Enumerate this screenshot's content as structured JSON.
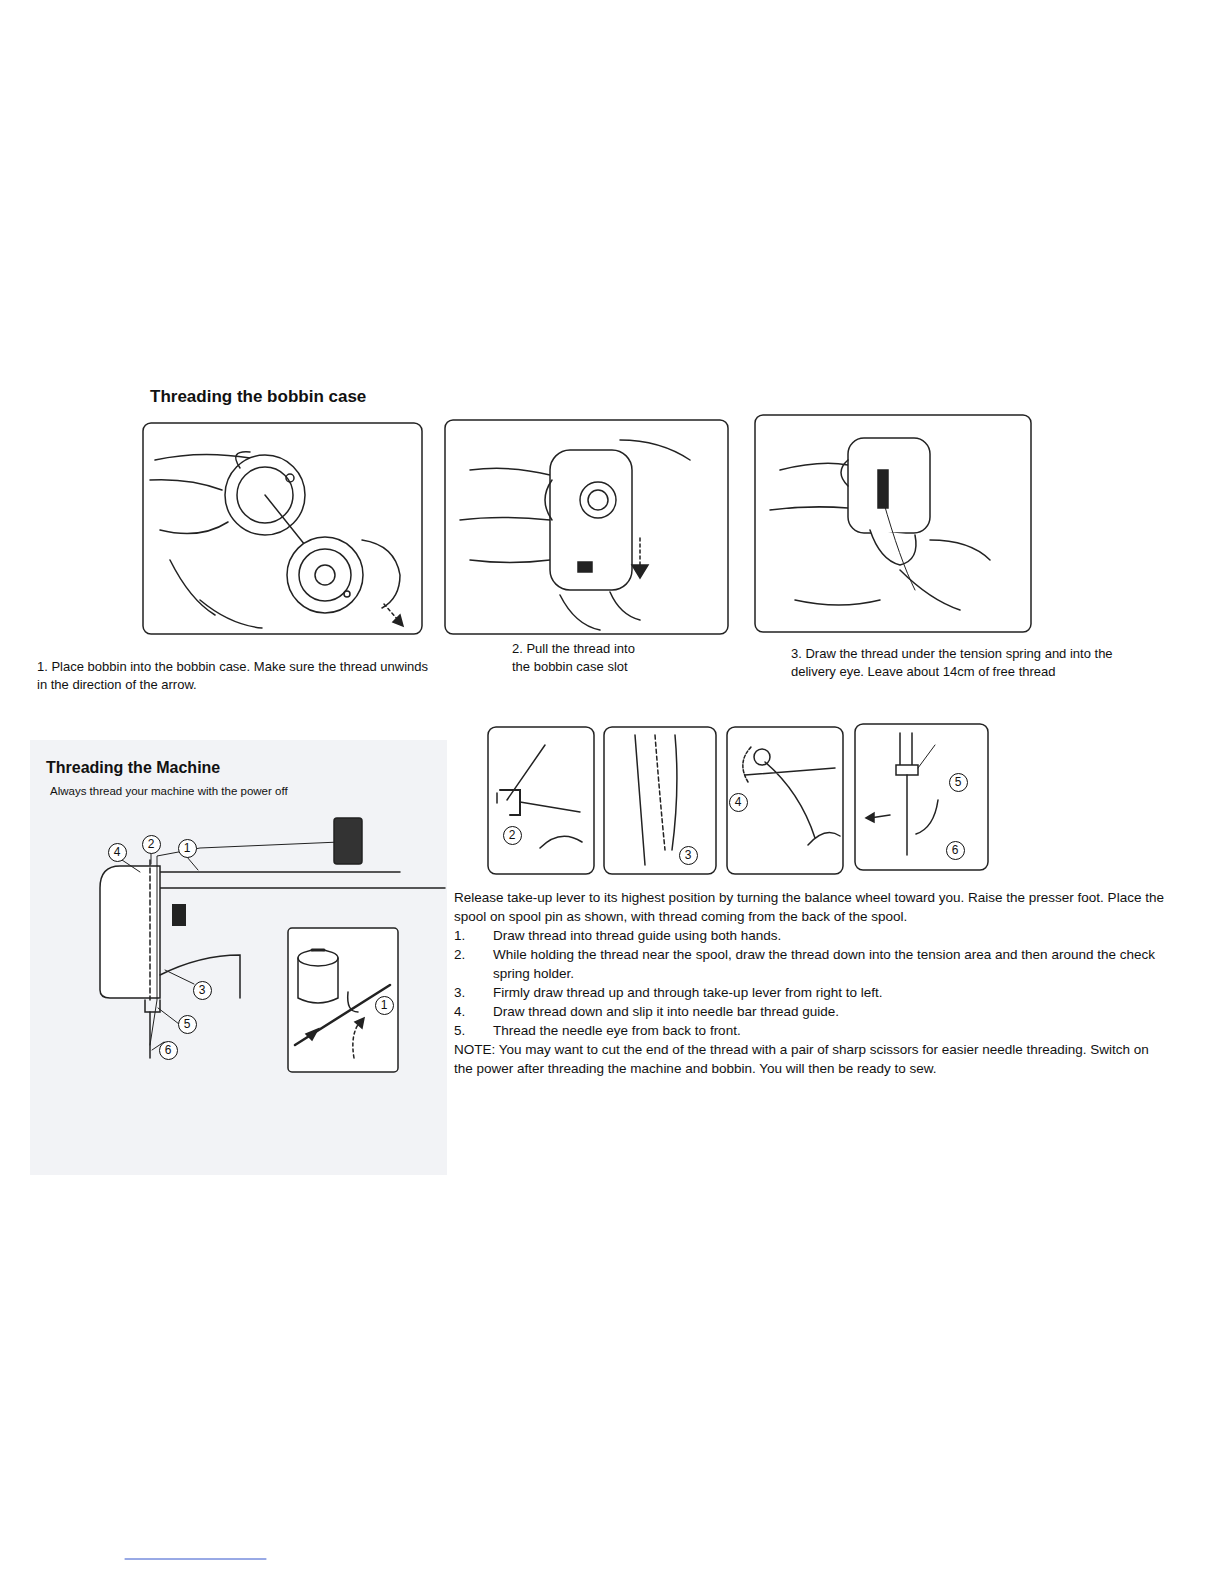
{
  "diagram": {
    "title": "Threading the bobbin case",
    "nodes": [
      {
        "text": [
          "4"
        ]
      },
      {
        "text": [
          "2"
        ]
      },
      {
        "text": [
          "1"
        ]
      },
      {
        "text": [
          "3"
        ]
      },
      {
        "text": [
          "5"
        ]
      },
      {
        "text": [
          "6"
        ]
      },
      {
        "text": [
          "1"
        ]
      },
      {
        "text": [
          "2"
        ]
      },
      {
        "text": [
          "3"
        ]
      },
      {
        "text": [
          "4"
        ]
      },
      {
        "text": [
          "5"
        ]
      },
      {
        "text": [
          "6"
        ]
      }
    ],
    "labels": [
      "1. Place bobbin into the bobbin case. Make sure the thread unwinds in the direction of the arrow.",
      "2. Pull the thread into the bobbin case slot",
      "3. Draw the thread under the tension spring and into the delivery eye. Leave about 14cm of free thread",
      "Threading the Machine",
      "Always thread your machine with the power off",
      "Release take-up lever to its highest position by turning the balance wheel toward you. Raise the presser foot. Place the spool on spool pin as shown, with thread coming from the back of the spool.",
      "1.",
      "Draw thread into thread guide using both hands.",
      "2.",
      "While holding the thread near the spool, draw the thread down into the tension area and then around the check spring holder.",
      "3.",
      "Firmly draw thread up and through take-up lever from right to left.",
      "4.",
      "Draw thread down and slip it into needle bar thread guide.",
      "5.",
      "Thread the needle eye from back to front.",
      "NOTE: You may want to cut the end of the thread with a pair of sharp scissors for easier needle threading. Switch on the power after threading the machine and bobbin. You will then be ready to sew."
    ]
  }
}
